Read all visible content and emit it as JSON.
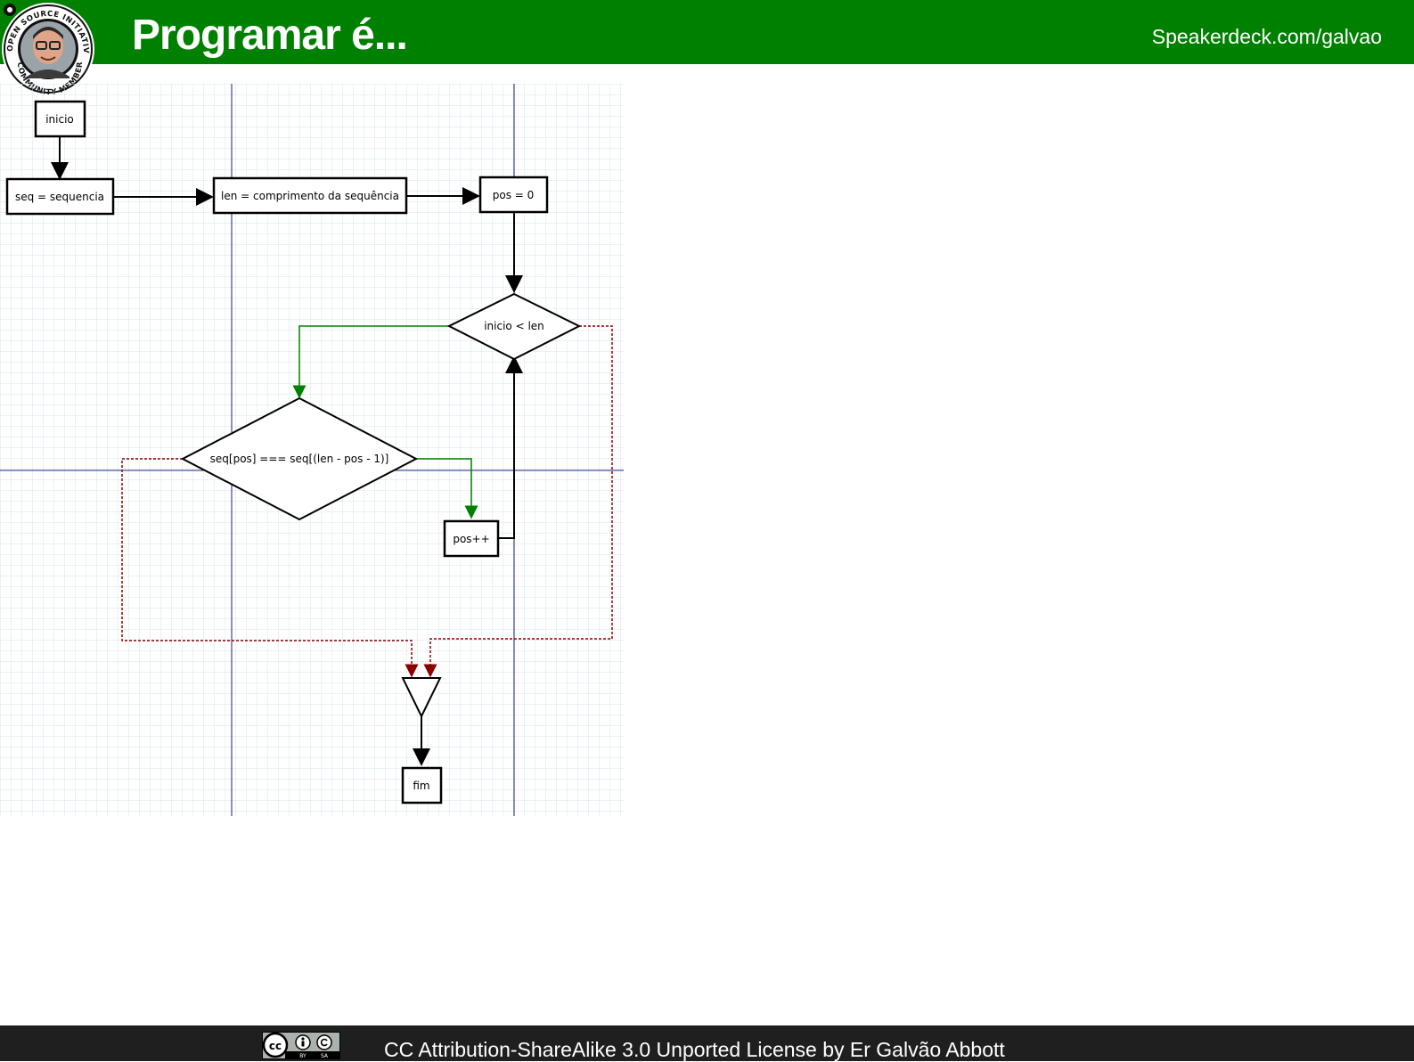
{
  "header": {
    "title": "Programar é...",
    "site": "Speakerdeck.com/galvao",
    "colors": {
      "bar": "#008000",
      "text": "#ffffff"
    }
  },
  "badge": {
    "ring_text_top": "OPEN SOURCE INITIATIVE",
    "ring_text_bottom": "COMMUNITY MEMBER",
    "icon": "osi-community-member-badge"
  },
  "diagram": {
    "nodes": {
      "inicio": "inicio",
      "seq": "seq = sequencia",
      "len": "len = comprimento da sequência",
      "pos": "pos = 0",
      "cond_loop": "inicio < len",
      "cond_compare": "seq[pos] === seq[(len - pos - 1)]",
      "inc": "pos++",
      "merge": "",
      "fim": "fim"
    },
    "colors": {
      "flow": "#000000",
      "true_branch": "#008000",
      "false_branch": "#8b0000",
      "grid": "#d6e4ea",
      "guide": "#1a237e"
    }
  },
  "footer": {
    "license": "CC Attribution-ShareAlike 3.0 Unported License by Er Galvão Abbott",
    "cc_icon": "cc-by-sa-icon",
    "cc_labels": {
      "by": "BY",
      "sa": "SA"
    }
  }
}
